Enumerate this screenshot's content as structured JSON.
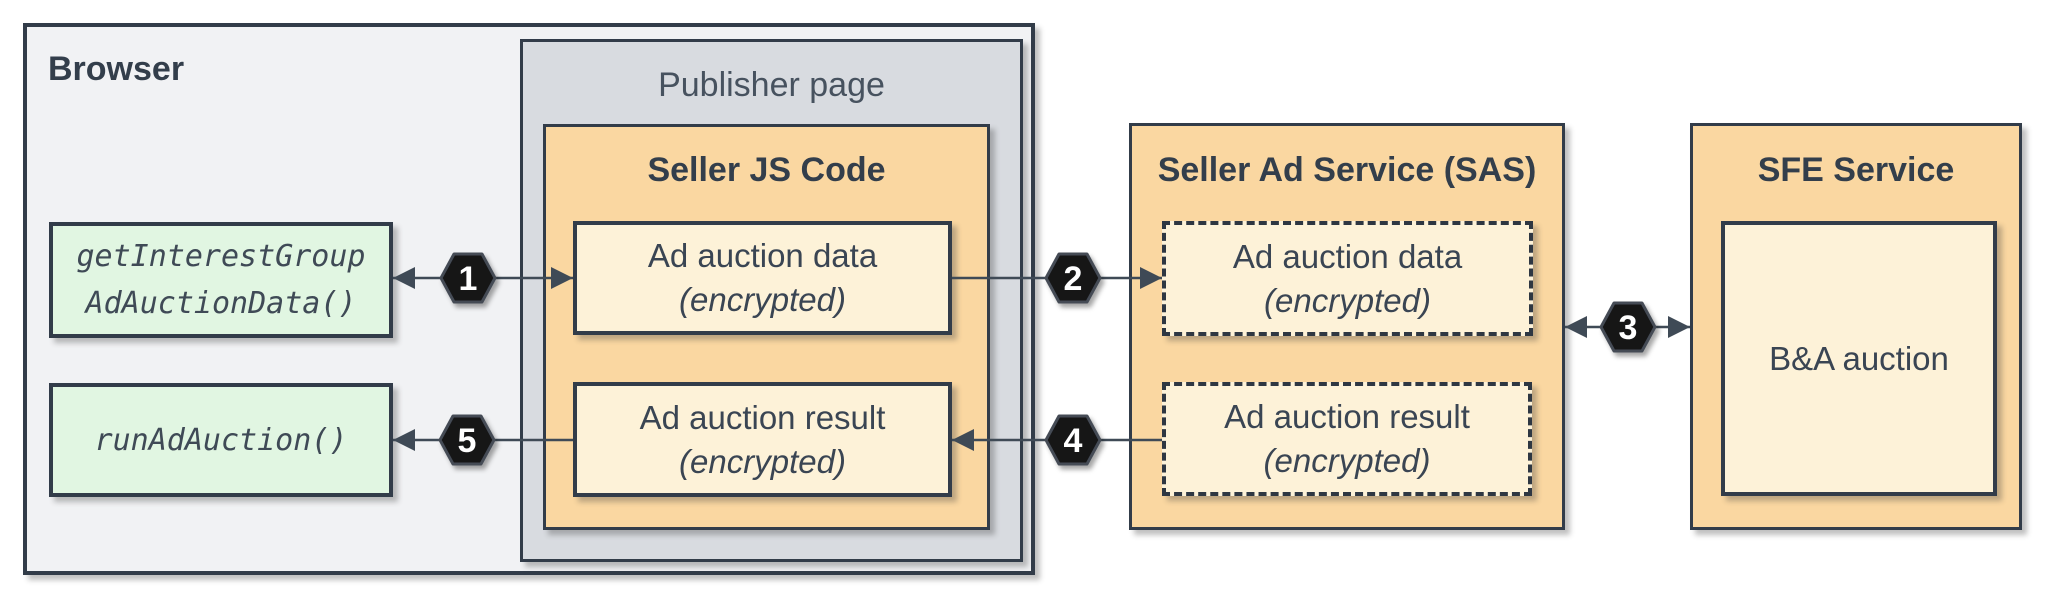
{
  "diagram": {
    "browser": {
      "title": "Browser"
    },
    "publisher_page": {
      "title": "Publisher page"
    },
    "browser_api_calls": [
      {
        "lines": [
          "getInterestGroup",
          "AdAuctionData()"
        ]
      },
      {
        "lines": [
          "runAdAuction()"
        ]
      }
    ],
    "seller_js": {
      "title": "Seller JS Code",
      "boxes": [
        {
          "lines": [
            "Ad auction data",
            "(encrypted)"
          ]
        },
        {
          "lines": [
            "Ad auction result",
            "(encrypted)"
          ]
        }
      ]
    },
    "sas": {
      "title": "Seller Ad Service (SAS)",
      "boxes": [
        {
          "lines": [
            "Ad auction data",
            "(encrypted)"
          ]
        },
        {
          "lines": [
            "Ad auction result",
            "(encrypted)"
          ]
        }
      ]
    },
    "sfe": {
      "title": "SFE Service",
      "inner_box": "B&A auction"
    },
    "steps": [
      {
        "number": "1"
      },
      {
        "number": "2"
      },
      {
        "number": "3"
      },
      {
        "number": "4"
      },
      {
        "number": "5"
      }
    ],
    "colors": {
      "service_fill_orange": "#fad7a1",
      "inner_fill_cream": "#fdf2d8",
      "browser_fill": "#f1f2f4",
      "publisher_fill": "#d8dbe0",
      "api_fill_green": "#e1f6e2",
      "border_dark": "#323c49",
      "connector": "#3f4a56",
      "text_dark": "#3a4553",
      "step_marker_fill": "#141519",
      "step_marker_text": "#ffffff"
    }
  }
}
